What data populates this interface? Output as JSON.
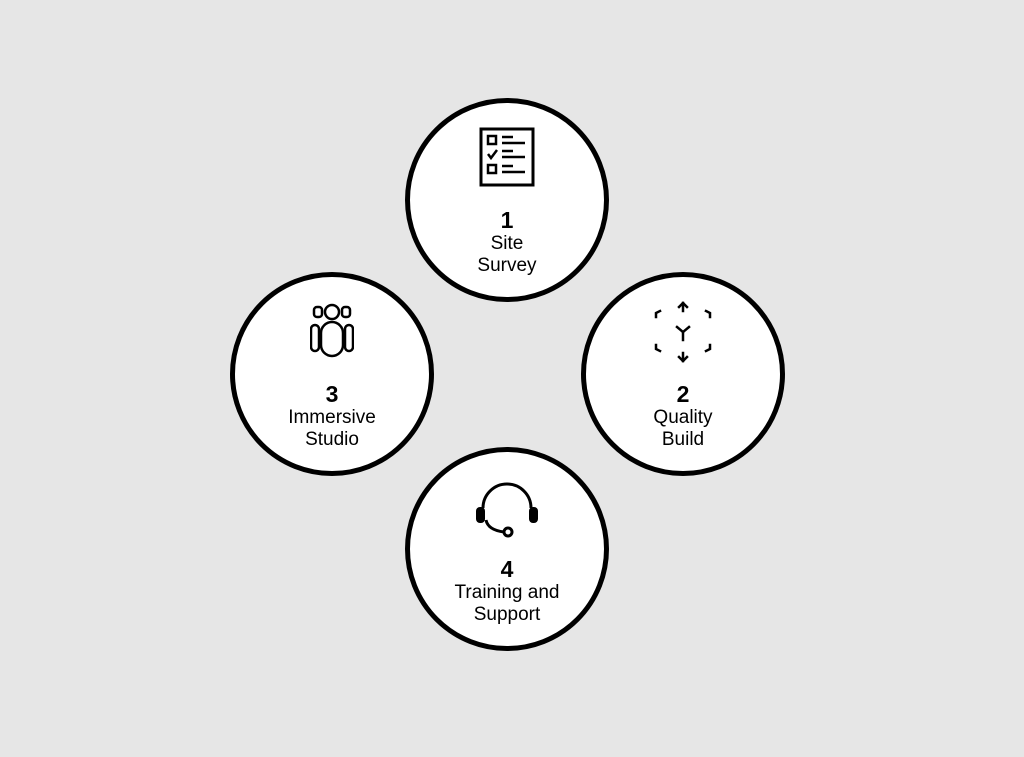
{
  "steps": [
    {
      "number": "1",
      "label": "Site\nSurvey",
      "icon": "checklist-icon"
    },
    {
      "number": "2",
      "label": "Quality\nBuild",
      "icon": "cube-arrows-icon"
    },
    {
      "number": "3",
      "label": "Immersive\nStudio",
      "icon": "vr-headset-user-icon"
    },
    {
      "number": "4",
      "label": "Training and\nSupport",
      "icon": "headset-icon"
    }
  ],
  "colors": {
    "background": "#e6e6e6",
    "circle_fill": "#ffffff",
    "stroke": "#000000"
  }
}
